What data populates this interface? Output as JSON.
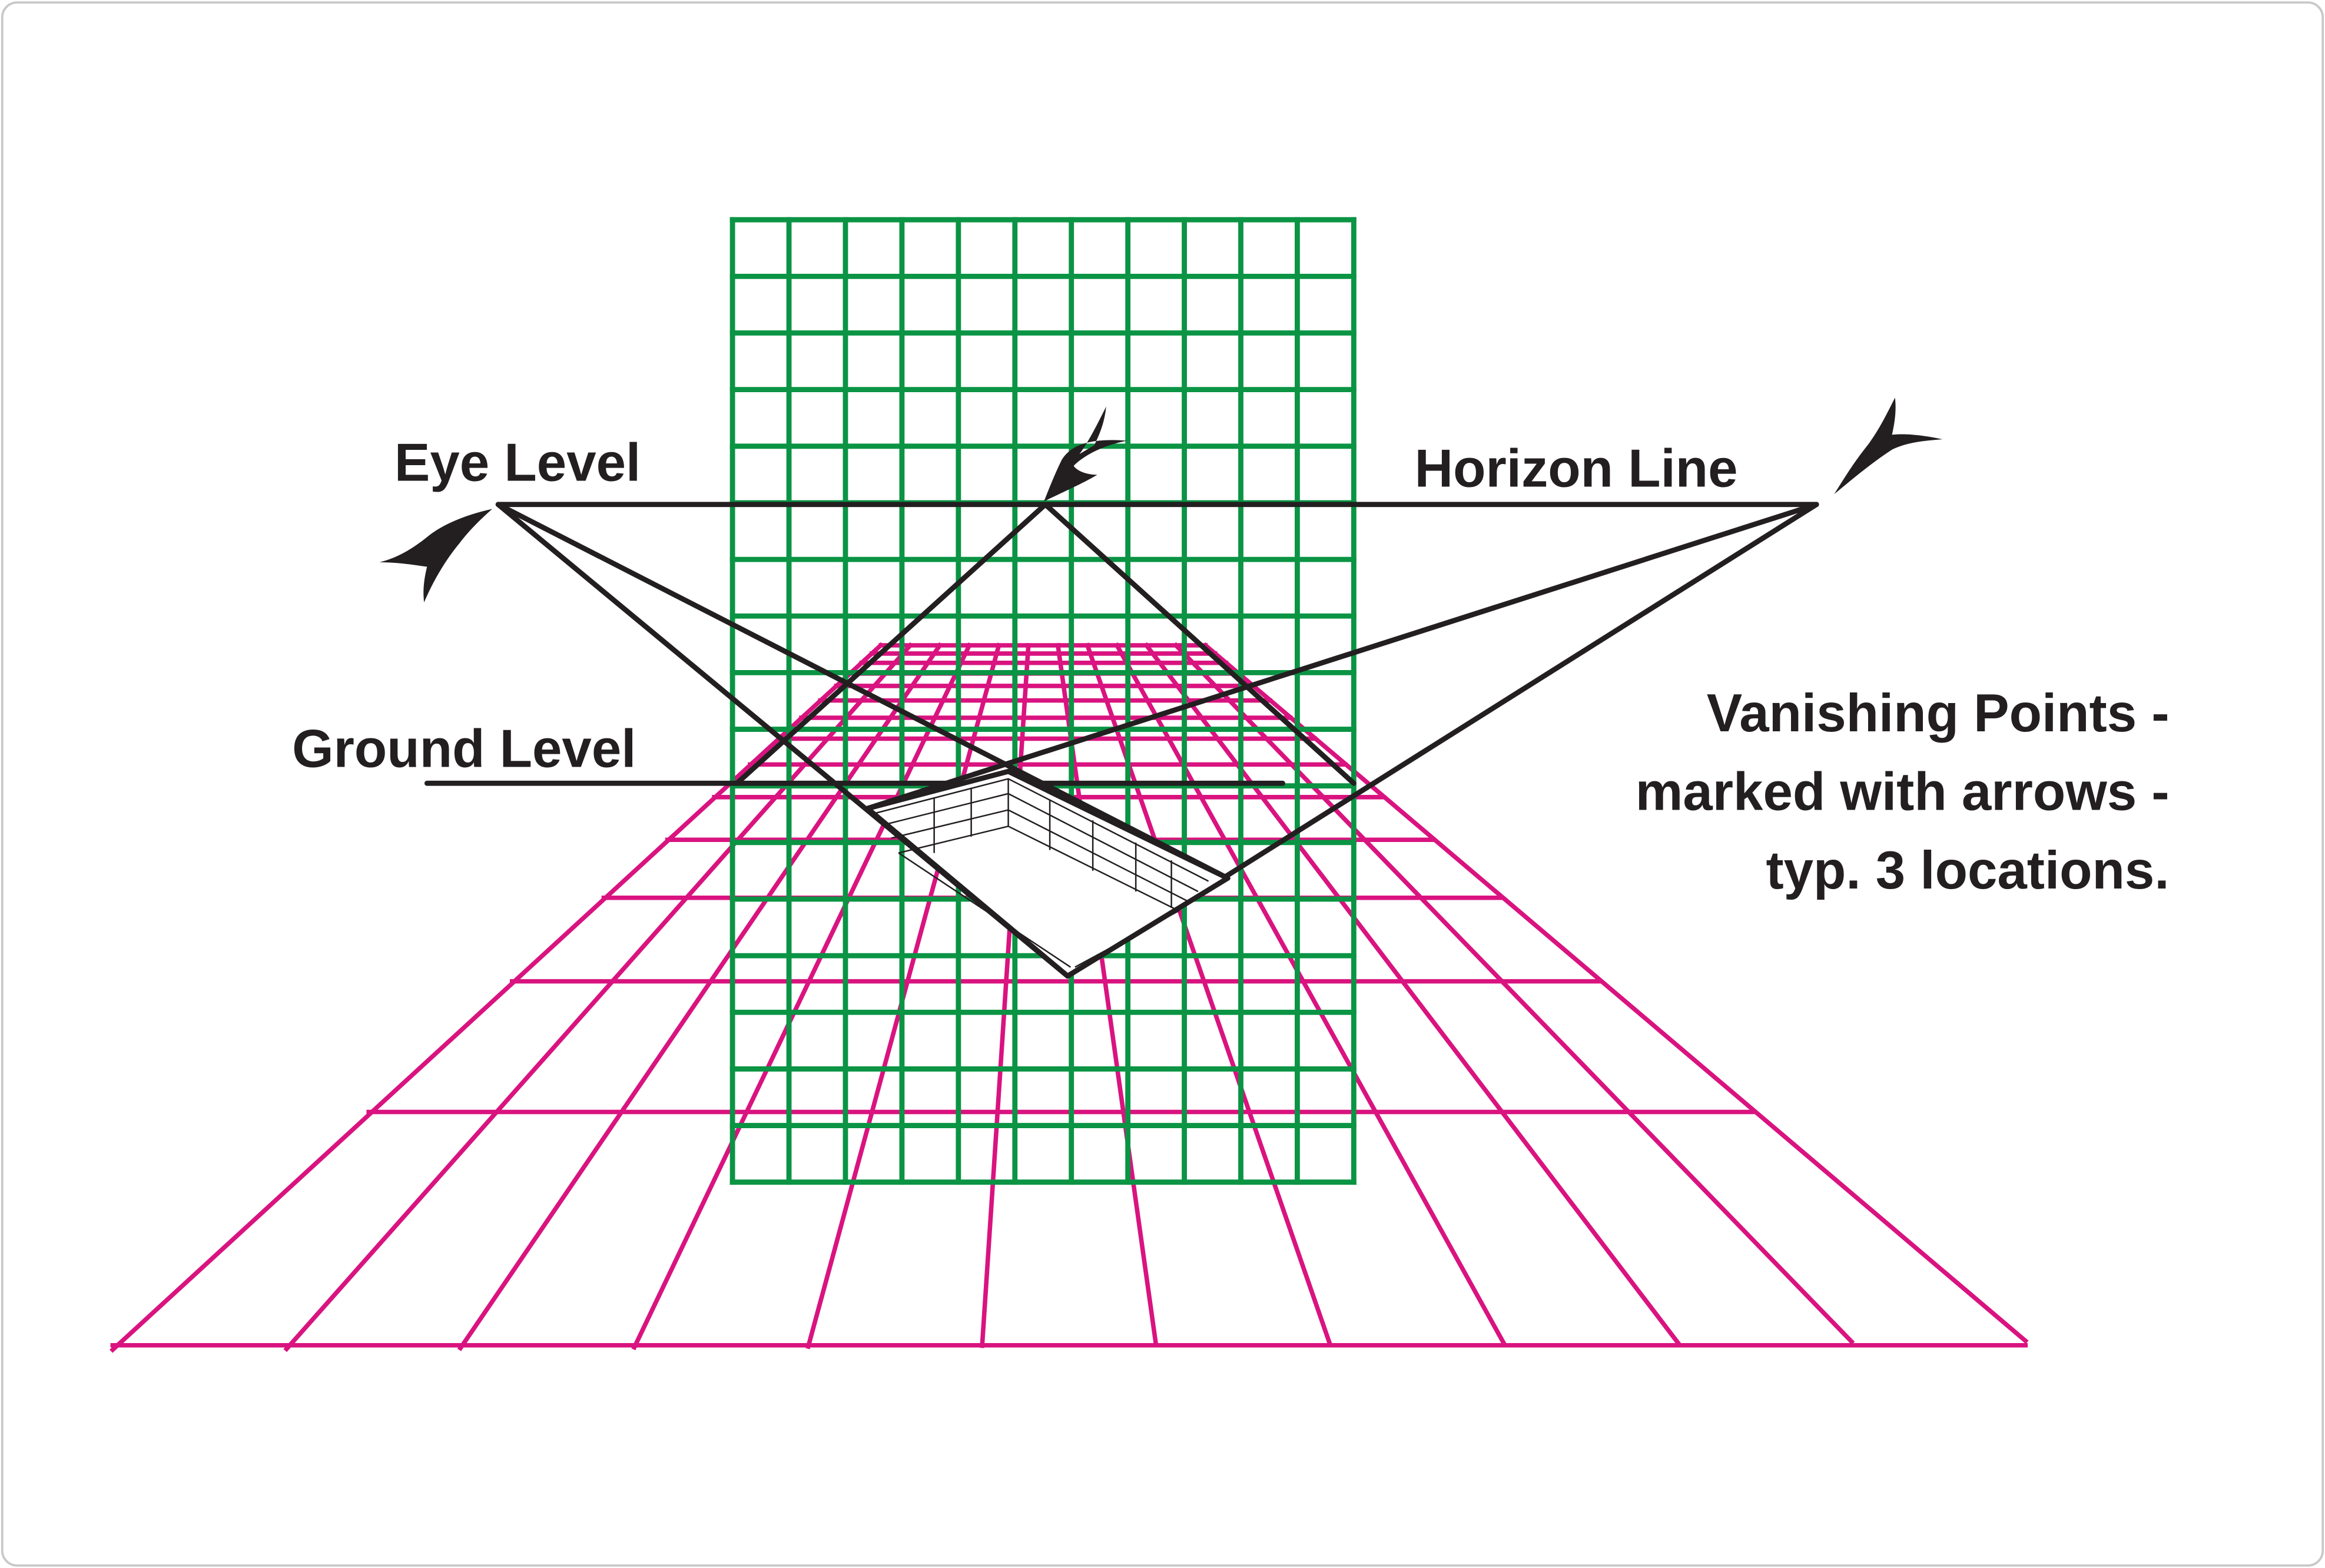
{
  "labels": {
    "eye_level": "Eye Level",
    "horizon_line": "Horizon Line",
    "ground_level": "Ground Level",
    "note": [
      "Vanishing Points -",
      "marked with arrows -",
      "typ. 3 locations."
    ]
  },
  "colors": {
    "wall_grid": "#0a9444",
    "floor_grid": "#d9137f",
    "lines": "#231f20",
    "frame": "#c8c8c8"
  },
  "wall_grid": {
    "columns": 11,
    "rows": 17
  },
  "floor_grid": {
    "columns": 11,
    "rows": 14
  }
}
